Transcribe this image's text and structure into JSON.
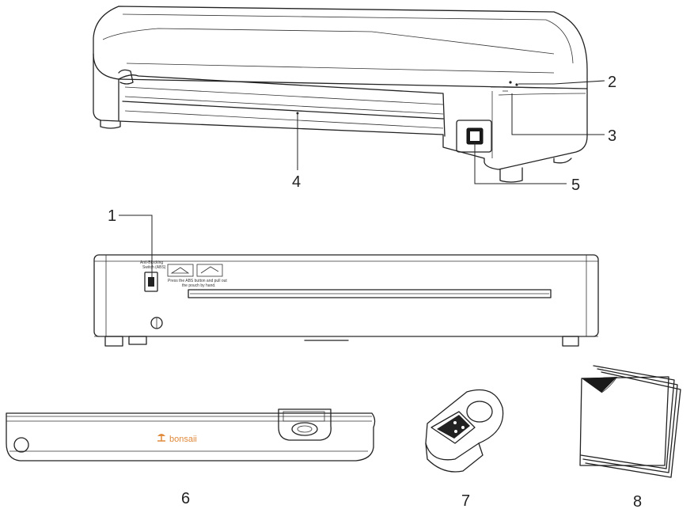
{
  "callouts": {
    "c1": "1",
    "c2": "2",
    "c3": "3",
    "c4": "4",
    "c5": "5",
    "c6": "6",
    "c7": "7",
    "c8": "8"
  },
  "rear_panel": {
    "switch_label_line1": "Anti-Blocking",
    "switch_label_line2": "Switch (ABS)",
    "instruction_line1": "Press the ABS button and pull out",
    "instruction_line2": "the pouch by hand."
  },
  "trimmer": {
    "brand": "bonsaii",
    "brand_color": "#e08a3c",
    "logo_icon": "bonsai-tree-icon"
  }
}
